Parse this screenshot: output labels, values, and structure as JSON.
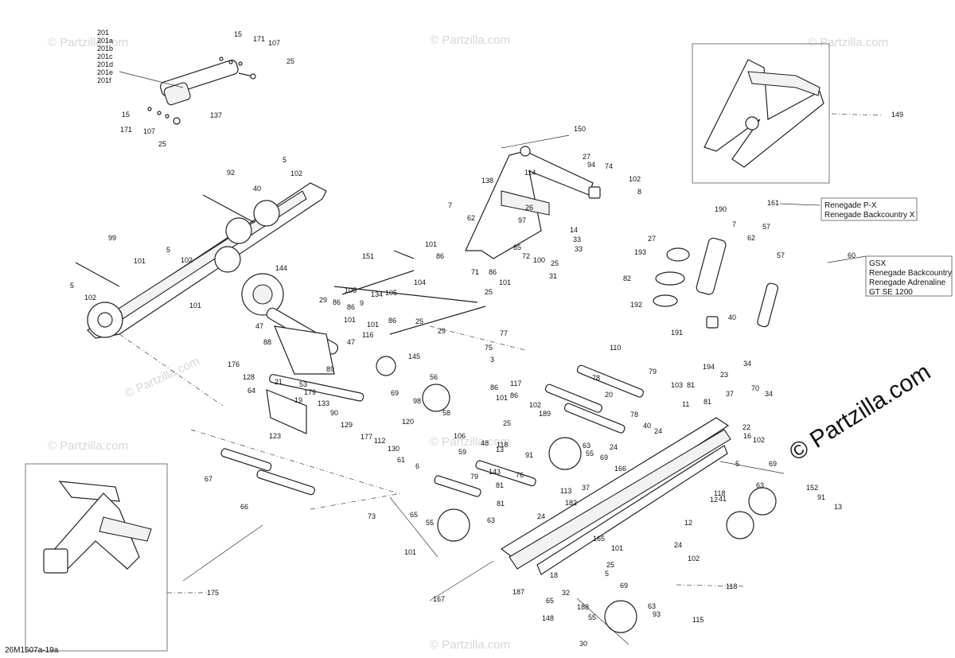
{
  "diagram_code": "26M1507a-19a",
  "brand_watermark": "© Partzilla.com",
  "watermark_text": "© Partzilla.com",
  "colors": {
    "line": "#222222",
    "watermark": "#d6d6d6",
    "background": "#ffffff"
  },
  "notes": {
    "n190": [
      "Renegade P-X",
      "Renegade Backcountry X"
    ],
    "n194": [
      "GSX",
      "Renegade Backcountry",
      "Renegade Adrenaline",
      "GT SE 1200"
    ]
  },
  "callouts": {
    "c201": [
      "201",
      "201a",
      "201b",
      "201c",
      "201d",
      "201e",
      "201f"
    ],
    "list": [
      "15",
      "171",
      "107",
      "25",
      "15",
      "171",
      "107",
      "25",
      "137",
      "149",
      "150",
      "114",
      "27",
      "94",
      "74",
      "102",
      "8",
      "138",
      "7",
      "62",
      "26",
      "97",
      "14",
      "33",
      "33",
      "85",
      "72",
      "100",
      "25",
      "31",
      "92",
      "5",
      "40",
      "102",
      "99",
      "101",
      "5",
      "102",
      "5",
      "102",
      "101",
      "151",
      "101",
      "86",
      "104",
      "71",
      "86",
      "101",
      "25",
      "144",
      "134",
      "29",
      "86",
      "105",
      "86",
      "9",
      "101",
      "105",
      "86",
      "47",
      "101",
      "116",
      "25",
      "29",
      "77",
      "88",
      "176",
      "47",
      "89",
      "145",
      "75",
      "3",
      "128",
      "21",
      "53",
      "179",
      "19",
      "64",
      "123",
      "133",
      "90",
      "129",
      "56",
      "69",
      "98",
      "58",
      "86",
      "101",
      "106",
      "117",
      "86",
      "102",
      "189",
      "177",
      "112",
      "120",
      "130",
      "61",
      "6",
      "59",
      "25",
      "48",
      "118",
      "110",
      "79",
      "78",
      "20",
      "78",
      "40",
      "24",
      "13",
      "91",
      "63",
      "55",
      "69",
      "24",
      "76",
      "166",
      "67",
      "66",
      "79",
      "81",
      "143",
      "81",
      "113",
      "182",
      "37",
      "12",
      "63",
      "73",
      "65",
      "55",
      "63",
      "24",
      "101",
      "167",
      "165",
      "101",
      "25",
      "5",
      "187",
      "65",
      "32",
      "18",
      "148",
      "69",
      "188",
      "55",
      "63",
      "93",
      "30",
      "115",
      "118",
      "175",
      "161",
      "190",
      "7",
      "57",
      "62",
      "57",
      "27",
      "193",
      "82",
      "192",
      "191",
      "40",
      "60",
      "194",
      "23",
      "34",
      "103",
      "81",
      "70",
      "34",
      "11",
      "81",
      "37",
      "22",
      "16",
      "102",
      "5",
      "69",
      "152",
      "91",
      "13",
      "118",
      "41",
      "12",
      "24",
      "102",
      "5"
    ]
  }
}
